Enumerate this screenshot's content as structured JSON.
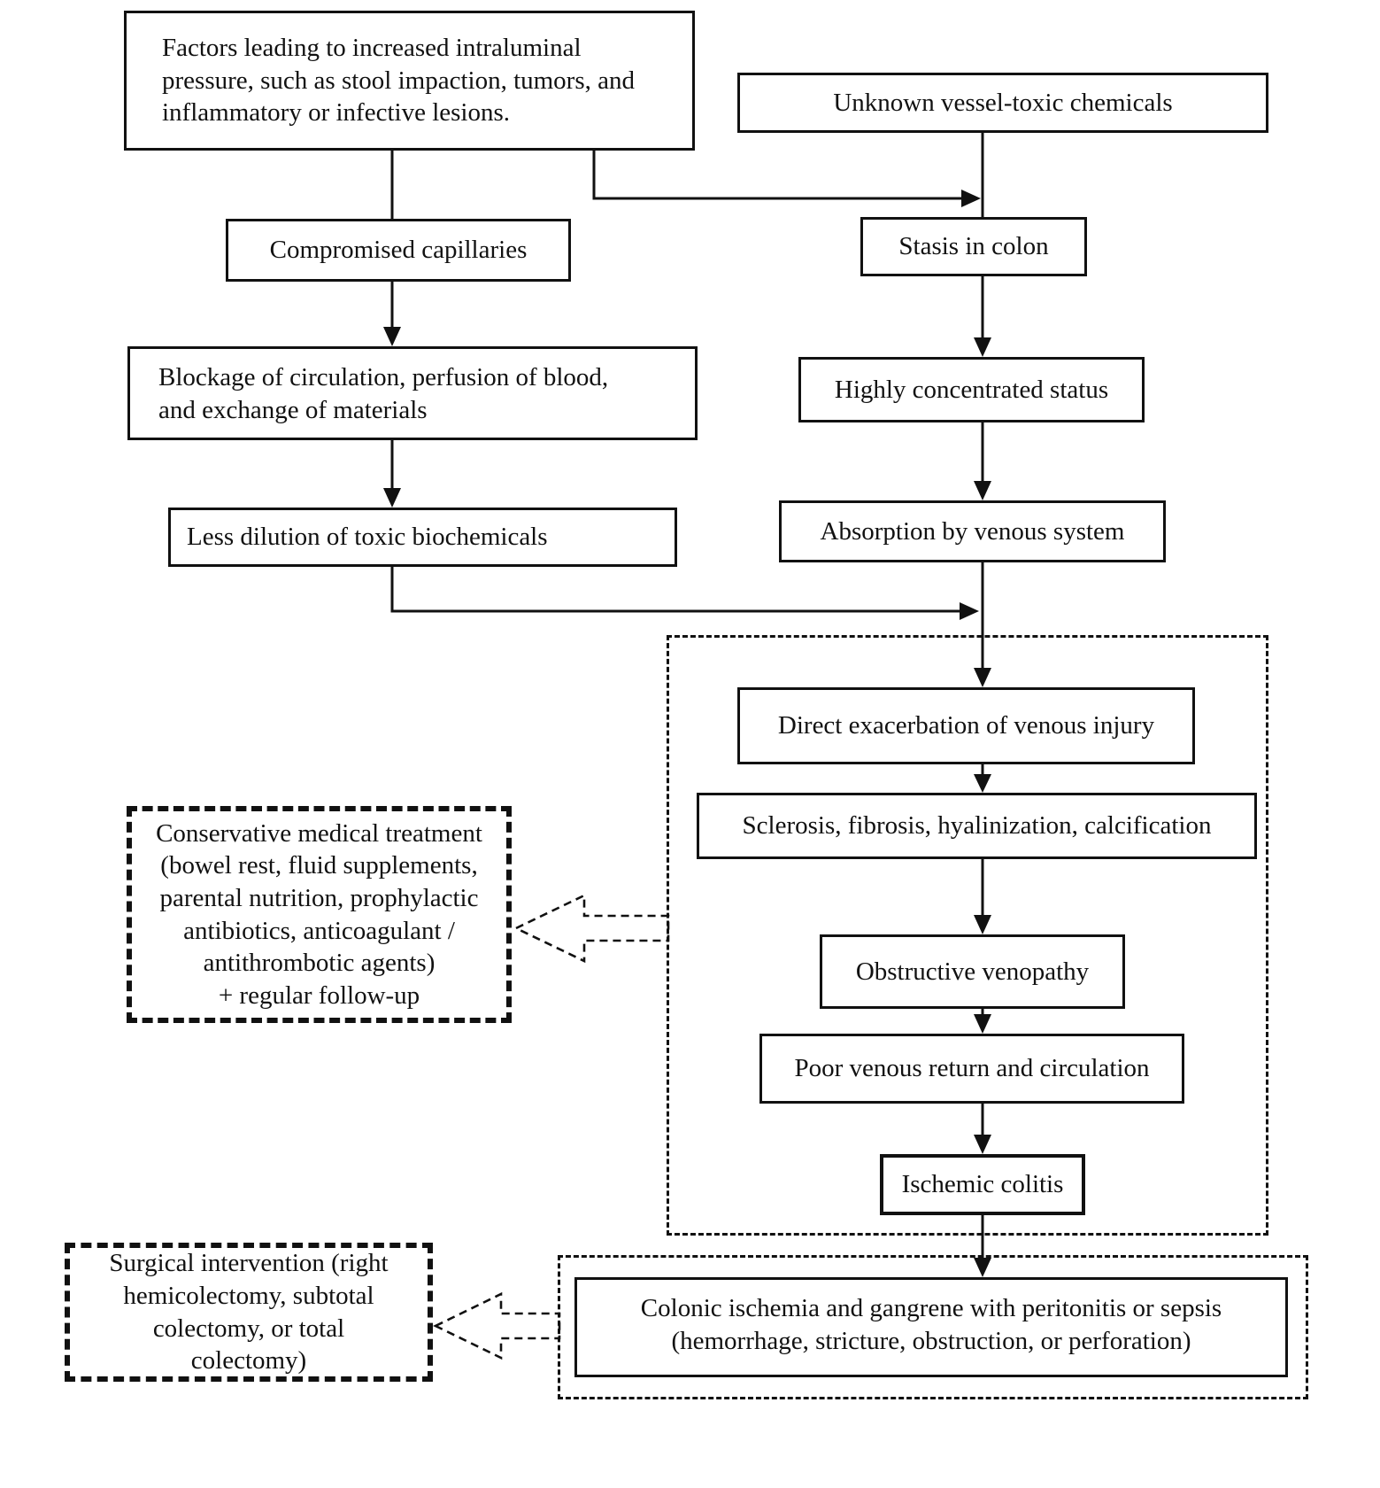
{
  "colors": {
    "ink": "#111111",
    "background": "#ffffff"
  },
  "nodes": {
    "factors": "Factors leading to increased intraluminal\npressure, such as stool impaction, tumors, and\ninflammatory or infective lesions.",
    "unknown": "Unknown vessel-toxic chemicals",
    "compromised": "Compromised capillaries",
    "stasis": "Stasis in colon",
    "blockage": "Blockage of circulation, perfusion of blood,\nand exchange of materials",
    "highly": "Highly concentrated status",
    "less_dilution": "Less dilution of toxic biochemicals",
    "absorption": "Absorption by venous system",
    "direct": "Direct exacerbation of venous injury",
    "sclerosis": "Sclerosis, fibrosis, hyalinization, calcification",
    "obstructive": "Obstructive venopathy",
    "poor_return": "Poor venous return and circulation",
    "ischemic": "Ischemic colitis",
    "colonic": "Colonic ischemia and gangrene with peritonitis or sepsis\n(hemorrhage, stricture, obstruction, or perforation)",
    "conservative": "Conservative medical treatment\n(bowel rest, fluid supplements,\nparental nutrition, prophylactic\nantibiotics, anticoagulant /\nantithrombotic agents)\n+ regular follow-up",
    "surgical": "Surgical intervention (right\nhemicolectomy, subtotal\ncolectomy, or total\ncolectomy)"
  }
}
